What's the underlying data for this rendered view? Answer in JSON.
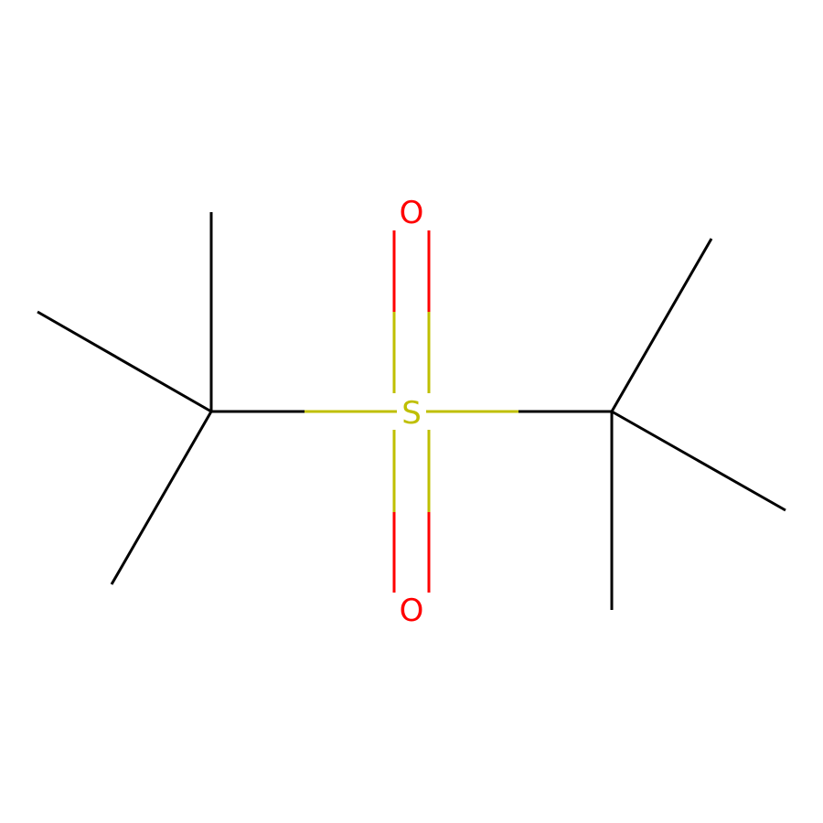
{
  "molecule": {
    "atoms": {
      "sulfur": {
        "symbol": "S",
        "color": "#bfbf00"
      },
      "oxygen_top": {
        "symbol": "O",
        "color": "#ff0000"
      },
      "oxygen_bottom": {
        "symbol": "O",
        "color": "#ff0000"
      }
    },
    "colors": {
      "carbon_bond": "#000000",
      "sulfur": "#bfbf00",
      "oxygen": "#ff0000",
      "background": "#ffffff"
    }
  }
}
